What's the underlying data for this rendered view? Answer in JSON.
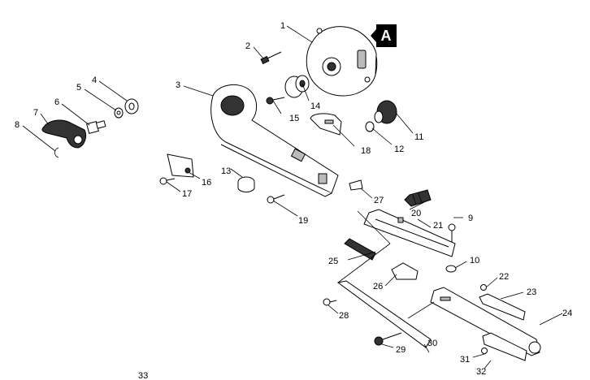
{
  "diagram": {
    "view_marker": "A",
    "page_number": "33",
    "callouts": [
      "1",
      "2",
      "3",
      "4",
      "5",
      "6",
      "7",
      "8",
      "9",
      "10",
      "11",
      "12",
      "13",
      "14",
      "15",
      "16",
      "17",
      "18",
      "19",
      "20",
      "21",
      "22",
      "23",
      "24",
      "25",
      "26",
      "27",
      "28",
      "29",
      "30",
      "31",
      "32"
    ]
  }
}
